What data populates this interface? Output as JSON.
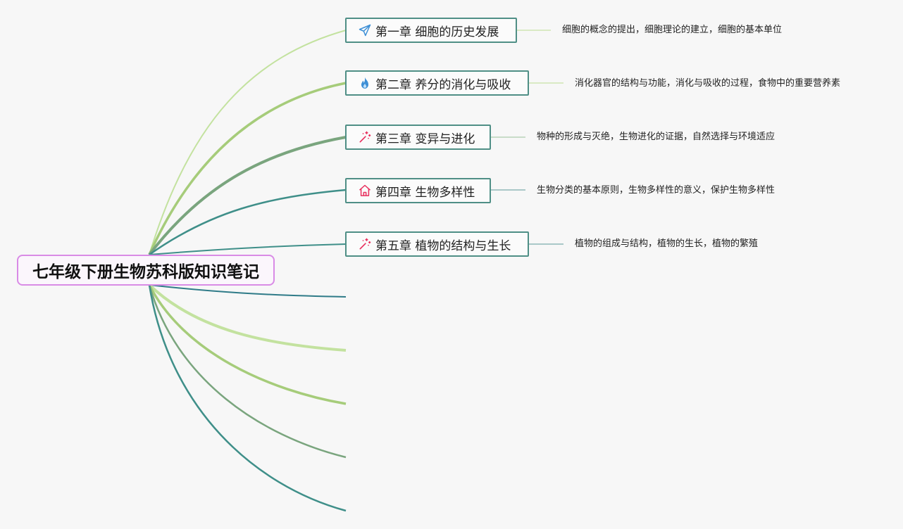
{
  "root": {
    "title": "七年级下册生物苏科版知识笔记"
  },
  "chapters": [
    {
      "title": "第一章 细胞的历史发展",
      "icon": "paper-plane-icon",
      "description": "细胞的概念的提出，细胞理论的建立，细胞的基本单位"
    },
    {
      "title": "第二章 养分的消化与吸收",
      "icon": "flame-icon",
      "description": "消化器官的结构与功能，消化与吸收的过程，食物中的重要营养素"
    },
    {
      "title": "第三章 变异与进化",
      "icon": "magic-wand-icon",
      "description": "物种的形成与灭绝，生物进化的证据，自然选择与环境适应"
    },
    {
      "title": "第四章 生物多样性",
      "icon": "home-icon",
      "description": "生物分类的基本原则，生物多样性的意义，保护生物多样性"
    },
    {
      "title": "第五章 植物的结构与生长",
      "icon": "magic-wand-icon",
      "description": "植物的组成与结构，植物的生长，植物的繁殖"
    }
  ],
  "colors": {
    "root_border": "#d98be6",
    "node_border": "#4f8f86",
    "icon_blue": "#3d8fd6",
    "icon_red": "#e8305e"
  }
}
